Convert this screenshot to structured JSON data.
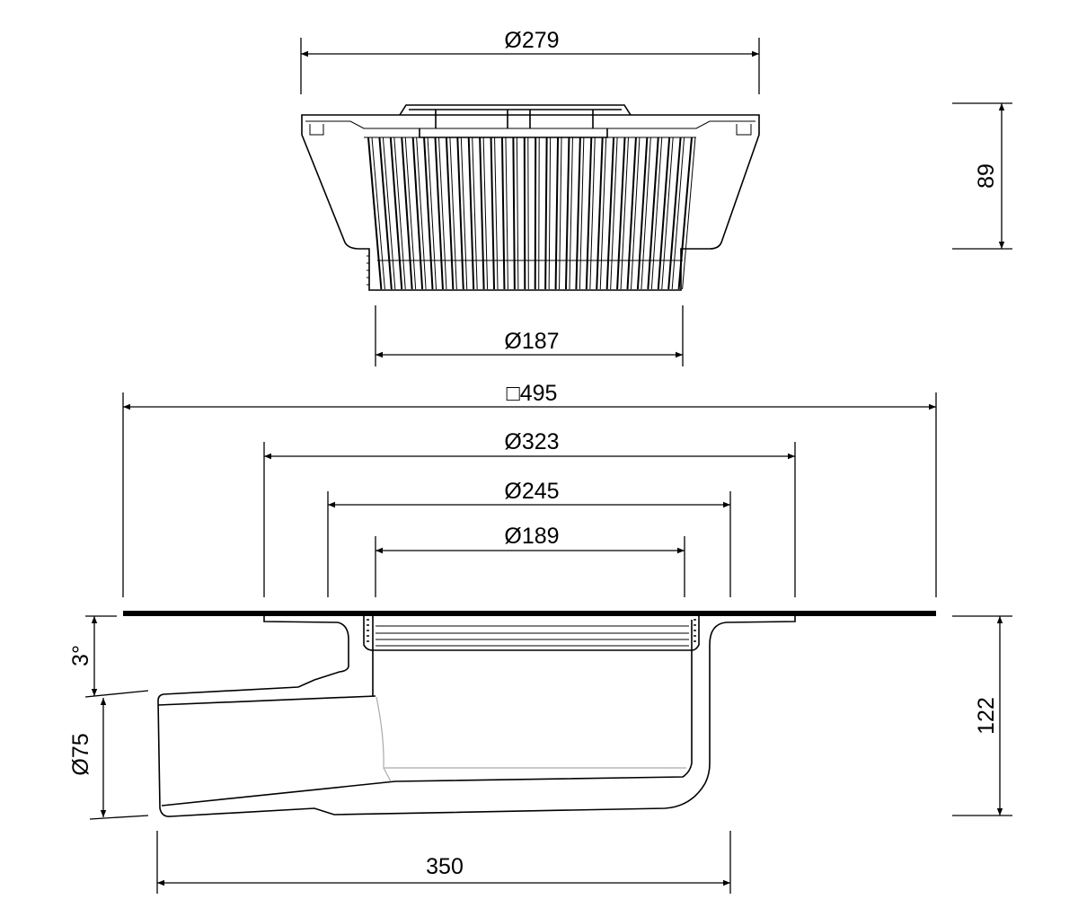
{
  "drawing": {
    "colors": {
      "line": "#000000",
      "hidden_line": "#aaaaaa",
      "background": "#ffffff"
    },
    "dimensions": {
      "grate_diameter": "Ø279",
      "grate_height": "89",
      "grate_base_diameter": "Ø187",
      "plate_square": "□495",
      "flange_outer_diameter": "Ø323",
      "flange_mid_diameter": "Ø245",
      "inlet_diameter": "Ø189",
      "slope_angle": "3°",
      "outlet_diameter": "Ø75",
      "body_height": "122",
      "body_length": "350"
    }
  }
}
